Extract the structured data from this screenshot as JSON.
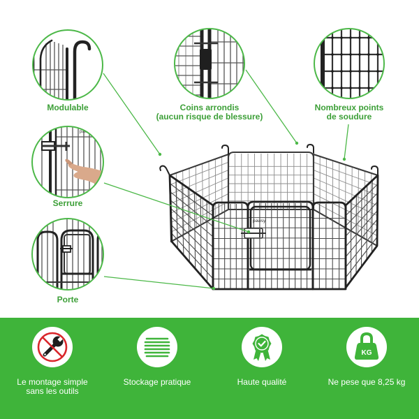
{
  "brand_mark": "pawsy",
  "features": {
    "modulable": {
      "label": "Modulable"
    },
    "coins_arrondis": {
      "line1": "Coins arrondis",
      "line2": "(aucun risque de blessure)"
    },
    "soudure": {
      "line1": "Nombreux points",
      "line2": "de soudure"
    },
    "serrure": {
      "label": "Serrure"
    },
    "porte": {
      "label": "Porte"
    }
  },
  "benefits": [
    {
      "icon": "wrench-prohibited-icon",
      "line1": "Le montage simple",
      "line2": "sans les outils"
    },
    {
      "icon": "stacked-panels-icon",
      "line1": "Stockage pratique"
    },
    {
      "icon": "quality-rosette-icon",
      "line1": "Haute qualité"
    },
    {
      "icon": "kettlebell-kg-icon",
      "line1": "Ne pese que 8,25 kg",
      "icon_text": "KG"
    }
  ],
  "colors": {
    "accent_green": "#4cb848",
    "label_green": "#3c9f37",
    "band_green": "#3fb43a",
    "metal": "#222222",
    "prohibition_red": "#d9262b",
    "text_on_band": "#ffffff"
  }
}
